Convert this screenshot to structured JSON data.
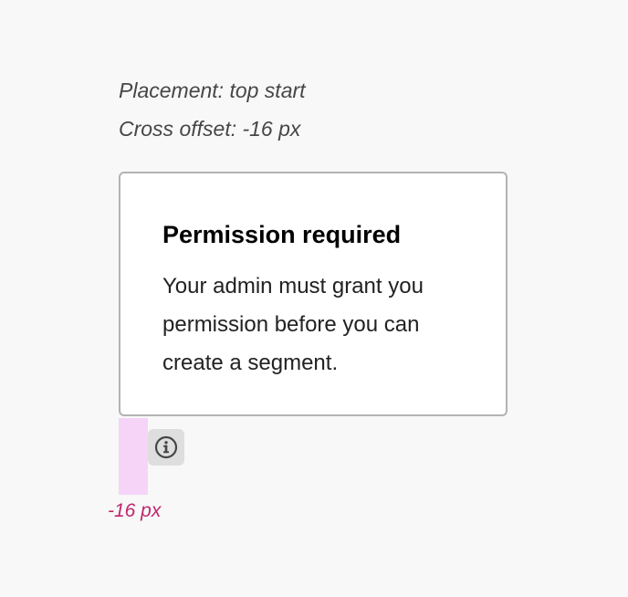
{
  "captions": {
    "placement": "Placement: top start",
    "cross_offset": "Cross offset: -16 px"
  },
  "popover": {
    "title": "Permission required",
    "body": "Your admin must grant you permission before you can create a segment."
  },
  "trigger": {
    "icon": "info-icon"
  },
  "offset_marker": {
    "label": "-16 px",
    "color": "#f6d4f8",
    "label_color": "#c0266d"
  },
  "colors": {
    "background": "#f8f8f8",
    "popover_border": "#b3b3b3",
    "trigger_background": "#dedede",
    "icon": "#464646"
  }
}
